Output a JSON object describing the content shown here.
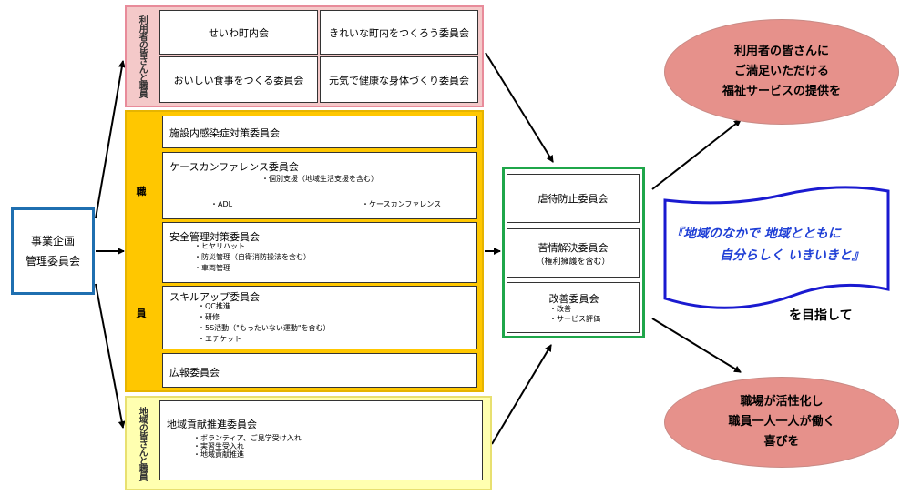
{
  "left_box": {
    "line1": "事業企画",
    "line2": "管理委員会"
  },
  "users_section": {
    "side_label": "利用者の皆さんと職員",
    "committees": [
      "せいわ町内会",
      "きれいな町内をつくろう委員会",
      "おいしい食事をつくる委員会",
      "元気で健康な身体づくり委員会"
    ]
  },
  "staff_section": {
    "side_label_top": "職",
    "side_label_bottom": "員",
    "infection": "施設内感染症対策委員会",
    "case_conf": {
      "title": "ケースカンファレンス委員会",
      "item_individual": "・個別支援（地域生活支援を含む）",
      "item_adl": "・ADL",
      "item_conf": "・ケースカンファレンス"
    },
    "safety": {
      "title": "安全管理対策委員会",
      "items": [
        "・ヒヤリハット",
        "・防災管理（自衛消防操法を含む）",
        "・車両管理"
      ]
    },
    "skill": {
      "title": "スキルアップ委員会",
      "items": [
        "・QC推進",
        "・研修",
        "・5S活動（\"もったいない運動\"を含む）",
        "・エチケット"
      ]
    },
    "pr": "広報委員会"
  },
  "community_section": {
    "side_label": "地域の皆さんと職員",
    "title": "地域貢献推進委員会",
    "items": [
      "・ボランティア、ご見学受け入れ",
      "・実習生受入れ",
      "・地域貢献推進"
    ]
  },
  "center_box": {
    "abuse": "虐待防止委員会",
    "complaint_title": "苦情解決委員会",
    "complaint_sub": "（権利擁護を含む）",
    "improve_title": "改善委員会",
    "improve_items": [
      "・改善",
      "・サービス評価"
    ]
  },
  "goal_top": {
    "line1": "利用者の皆さんに",
    "line2": "ご満足いただける",
    "line3": "福祉サービスの提供を"
  },
  "banner": {
    "line1": "『地域のなかで 地域とともに",
    "line2": "自分らしく いきいきと』"
  },
  "aim_text": "を目指して",
  "goal_bottom": {
    "line1": "職場が活性化し",
    "line2": "職員一人一人が働く",
    "line3": "喜びを"
  },
  "colors": {
    "pink": "#f4c9c9",
    "pink_border": "#e88b9a",
    "orange": "#ffc700",
    "yellow_light": "#ffffb0",
    "blue": "#1f6fb0",
    "green": "#1fa64a",
    "ellipse": "#e6918b",
    "banner_text": "#1f3fd6"
  }
}
